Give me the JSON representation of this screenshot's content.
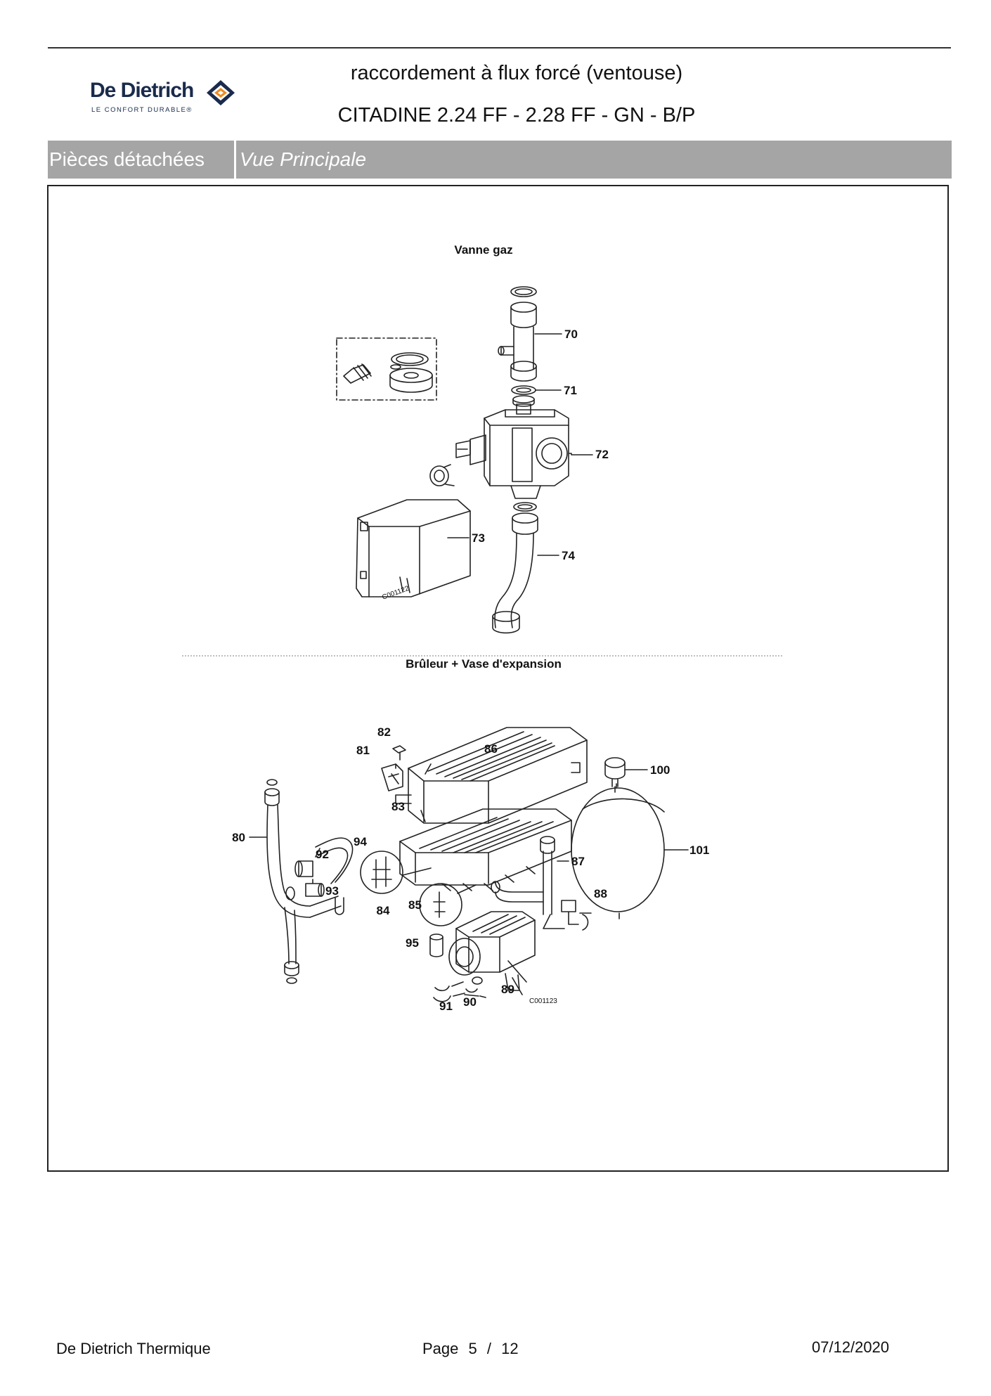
{
  "header": {
    "brand": "De Dietrich",
    "brand_tagline": "LE CONFORT DURABLE®",
    "title": "raccordement à flux forcé (ventouse)",
    "model": "CITADINE 2.24 FF - 2.28 FF - GN - B/P"
  },
  "tabs": {
    "section": "Pièces détachées",
    "view": "Vue Principale"
  },
  "diagram": {
    "gas_valve": {
      "title": "Vanne gaz",
      "code": "C001122",
      "callouts": [
        "70",
        "71",
        "72",
        "73",
        "74"
      ]
    },
    "burner": {
      "title": "Brûleur + Vase d'expansion",
      "code": "C001123",
      "callouts": [
        "80",
        "81",
        "82",
        "83",
        "84",
        "85",
        "86",
        "87",
        "88",
        "89",
        "90",
        "91",
        "92",
        "93",
        "94",
        "95",
        "100",
        "101"
      ]
    }
  },
  "footer": {
    "company": "De Dietrich Thermique",
    "page_label": "Page",
    "page_current": "5",
    "page_separator": "/",
    "page_total": "12",
    "date": "07/12/2020"
  },
  "colors": {
    "tab_bar": "#a5a5a5",
    "brand_navy": "#1a2b4c",
    "brand_orange": "#f08a1c"
  }
}
